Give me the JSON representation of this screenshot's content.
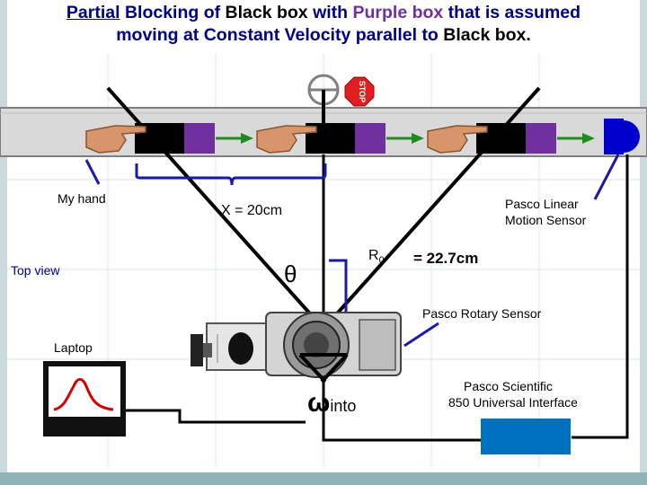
{
  "title": {
    "w1": "Partial",
    "w2": " Blocking of ",
    "w3": "Black box",
    "w4": " with ",
    "w5": "Purple box",
    "w6": " that is assumed",
    "line2a": "moving at Constant Velocity parallel to ",
    "line2b": "Black box",
    "line2c": "."
  },
  "stop_sign": "STOP",
  "labels": {
    "my_hand": "My hand",
    "top_view": "Top view",
    "x_distance": "X = 20cm",
    "linear_sensor_line1": "Pasco Linear",
    "linear_sensor_line2": "Motion Sensor",
    "theta": "θ",
    "r0": "R",
    "r0_sub": "0",
    "r0_value": "= 22.7cm",
    "rotary_sensor": "Pasco Rotary Sensor",
    "laptop": "Laptop",
    "omega": "ω",
    "omega_sub": "into",
    "interface_line1": "Pasco Scientific",
    "interface_line2": "850 Universal Interface"
  },
  "colors": {
    "purple": "#7030a0",
    "arrow_green": "#1f8a1f",
    "bracket_blue": "#1a1aa6",
    "sensor_blue": "#0000cc",
    "interface_blue": "#0070c0",
    "track_gray": "#d9d9d9"
  }
}
